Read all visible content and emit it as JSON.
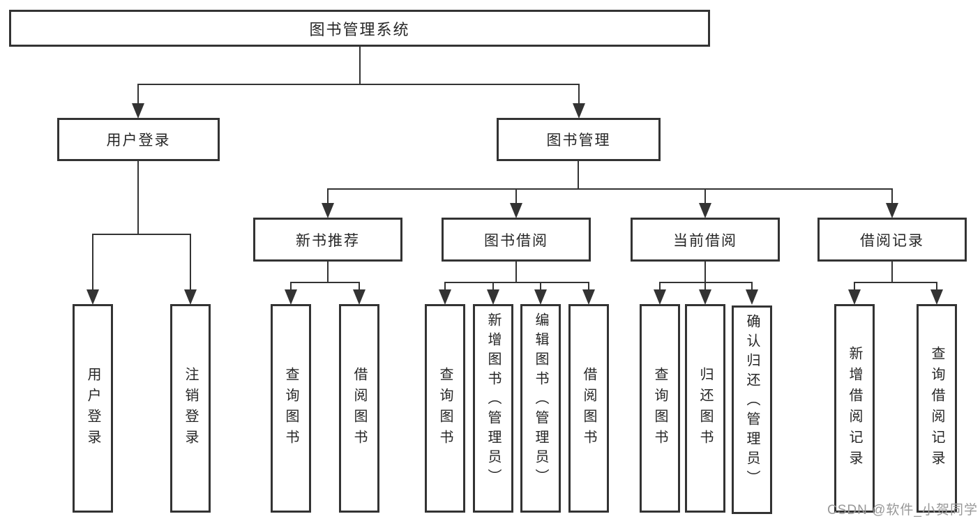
{
  "colors": {
    "line": "#333333",
    "border": "#333333",
    "text": "#262626",
    "watermark": "#989898",
    "background": "#ffffff"
  },
  "diagram": {
    "root": "图书管理系统",
    "level2": [
      "用户登录",
      "图书管理"
    ],
    "level3": [
      "新书推荐",
      "图书借阅",
      "当前借阅",
      "借阅记录"
    ],
    "leaves": {
      "user_login": [
        "用户登录",
        "注销登录"
      ],
      "new_book_recommend": [
        "查询图书",
        "借阅图书"
      ],
      "book_borrowing": [
        "查询图书",
        "新增图书（管理员）",
        "编辑图书（管理员）",
        "借阅图书"
      ],
      "current_borrowing": [
        "查询图书",
        "归还图书",
        "确认归还（管理员）"
      ],
      "borrowing_records": [
        "新增借阅记录",
        "查询借阅记录"
      ]
    }
  },
  "watermark": "CSDN @软件_小贺同学"
}
